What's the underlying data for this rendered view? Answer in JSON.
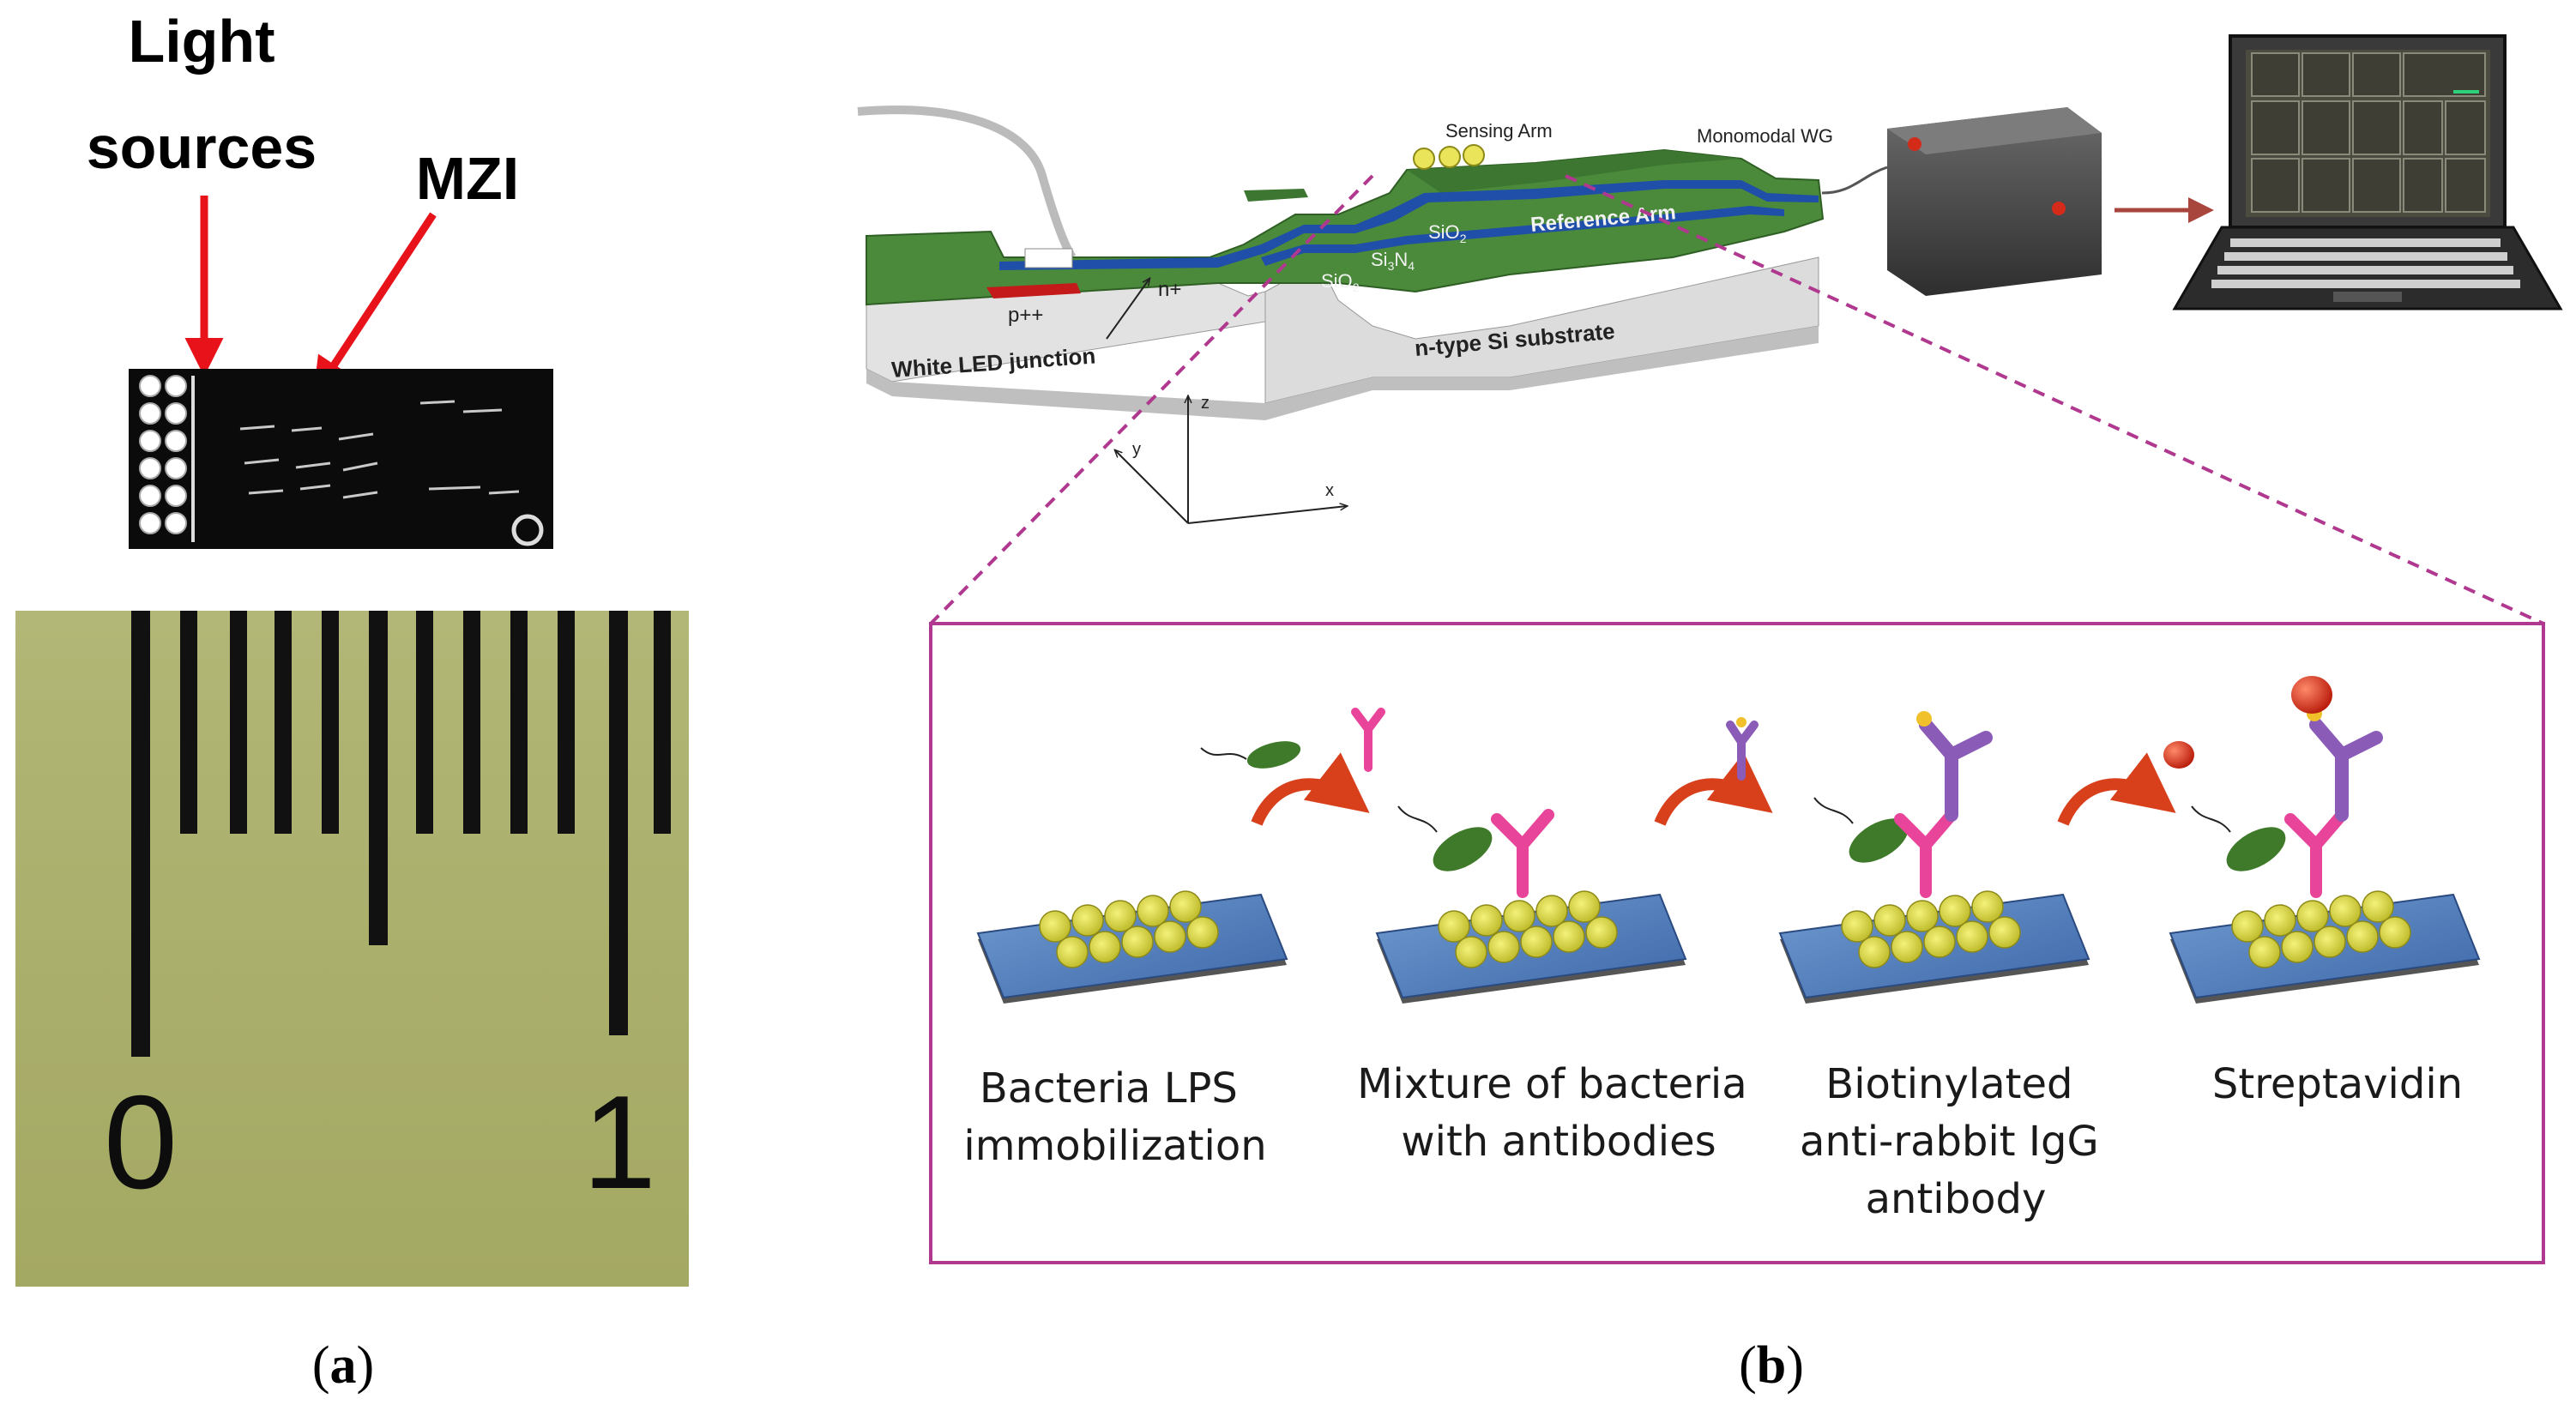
{
  "panel_a": {
    "label_light_sources": [
      "Light",
      "sources"
    ],
    "label_mzi": "MZI",
    "ruler_numbers": [
      "0",
      "1"
    ],
    "caption": {
      "open": "(",
      "letter": "a",
      "close": ")"
    }
  },
  "panel_b": {
    "chip": {
      "sensing_arm": "Sensing Arm",
      "monomodal_wg": "Monomodal WG",
      "reference_arm": "Reference Arm",
      "sio2_top": "SiO",
      "sio2_top_sub": "2",
      "si3n4": "Si",
      "si3n4_sub1": "3",
      "si3n4_mid": "N",
      "si3n4_sub2": "4",
      "sio2_bottom": "SiO",
      "sio2_bottom_sub": "2",
      "p_plus": "p++",
      "n_plus": "n+",
      "led_junction": "White LED junction",
      "substrate": "n-type Si substrate",
      "axis_x": "x",
      "axis_y": "y",
      "axis_z": "z"
    },
    "steps": [
      {
        "lines": [
          "Bacteria LPS",
          "immobilization"
        ]
      },
      {
        "lines": [
          "Mixture of bacteria",
          "with antibodies"
        ]
      },
      {
        "lines": [
          "Biotinylated",
          "anti-rabbit IgG",
          "antibody"
        ]
      },
      {
        "lines": [
          "Streptavidin"
        ]
      }
    ],
    "caption": {
      "open": "(",
      "letter": "b",
      "close": ")"
    }
  },
  "colors": {
    "red_arrow": "#e8121b",
    "magenta_frame": "#b0398f",
    "chip_green": "#4a8a3a",
    "waveguide_blue": "#1f4fa8",
    "substrate_grey": "#d8d8d8",
    "ruler_green": "#a8ad6a",
    "antibody_pink": "#e8449a",
    "antibody_purple": "#8a5cb8",
    "streptavidin_red": "#d32a1a",
    "bacterium_green": "#3f7a2a",
    "slide_blue": "#4a78b8",
    "curved_arrow": "#d8401c"
  }
}
